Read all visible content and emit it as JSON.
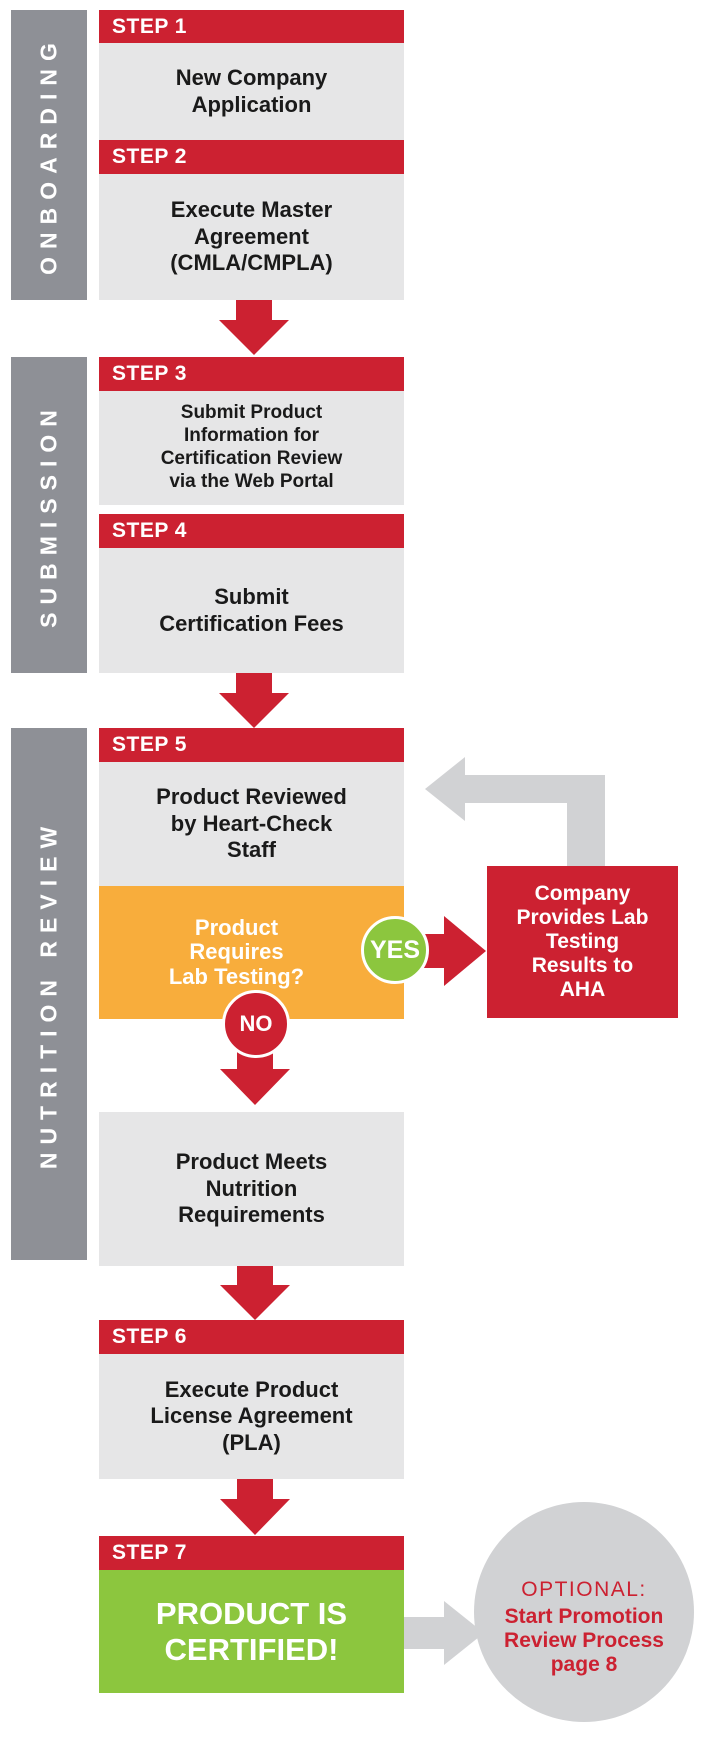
{
  "sections": {
    "onboarding": "ONBOARDING",
    "submission": "SUBMISSION",
    "nutrition_review": "NUTRITION REVIEW"
  },
  "steps": [
    {
      "label": "STEP 1",
      "text": "New Company\nApplication"
    },
    {
      "label": "STEP 2",
      "text": "Execute Master\nAgreement\n(CMLA/CMPLA)"
    },
    {
      "label": "STEP 3",
      "text": "Submit Product\nInformation for\nCertification Review\nvia the Web Portal"
    },
    {
      "label": "STEP 4",
      "text": "Submit\nCertification Fees"
    },
    {
      "label": "STEP 5",
      "text": "Product Reviewed\nby Heart-Check\nStaff"
    },
    {
      "label": "STEP 6",
      "text": "Execute Product\nLicense Agreement\n(PLA)"
    },
    {
      "label": "STEP 7",
      "text": "PRODUCT IS\nCERTIFIED!"
    }
  ],
  "decision": {
    "question": "Product\nRequires\nLab Testing?",
    "yes": "YES",
    "no": "NO"
  },
  "lab_box": "Company\nProvides Lab\nTesting\nResults to\nAHA",
  "meets_box": "Product Meets\nNutrition\nRequirements",
  "optional": {
    "label": "OPTIONAL:",
    "title": "Start Promotion\nReview Process",
    "page": "page 8"
  },
  "colors": {
    "red": "#cc2131",
    "gray_panel": "#e6e6e7",
    "side_gray": "#8e9096",
    "orange": "#f8ad3c",
    "green": "#8cc63e",
    "light_gray_arrow": "#d1d2d4"
  }
}
